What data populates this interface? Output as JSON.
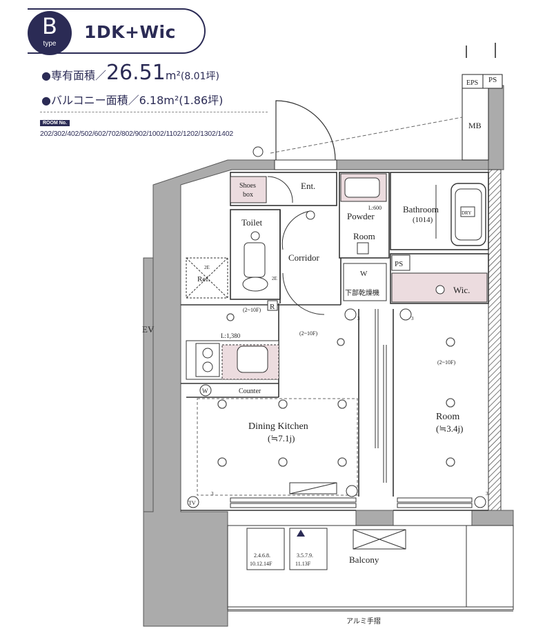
{
  "header": {
    "type_letter": "B",
    "type_word": "type",
    "plan_type": "1DK+Wic"
  },
  "areas": {
    "exclusive_label": "●専有面積／",
    "exclusive_value": "26.51",
    "exclusive_unit": "m²",
    "exclusive_tsubo": "(8.01坪)",
    "balcony_label": "●バルコニー面積／",
    "balcony_value": "6.18m²(1.86坪)"
  },
  "room_no": {
    "label": "ROOM No.",
    "list": "202/302/402/502/602/702/802/902/1002/1102/1202/1302/1402"
  },
  "plan": {
    "eps": "EPS",
    "ps_top": "PS",
    "mb": "MB",
    "ev": "EV",
    "shoes_box_1": "Shoes",
    "shoes_box_2": "box",
    "entrance": "Ent.",
    "toilet": "Toilet",
    "corridor": "Corridor",
    "powder_1": "Powder",
    "powder_2": "Room",
    "l600": "L:600",
    "bathroom": "Bathroom",
    "bathroom_size": "(1014)",
    "dry": "DRY",
    "ps_inner": "PS",
    "wic": "Wic.",
    "washer": "W",
    "dryer_label": "下部乾燥機",
    "ref": "Ref.",
    "r_mark": "R",
    "l1380": "L:1,380",
    "range_dk": "(2~10F)",
    "range_corr": "(2~10F)",
    "range_room": "(2~10F)",
    "counter": "Counter",
    "w_mark": "W",
    "dk_1": "Dining Kitchen",
    "dk_2": "(≒7.1j)",
    "room_1": "Room",
    "room_2": "(≒3.4j)",
    "tv": "TV",
    "balcony": "Balcony",
    "floors_a_1": "2.4.6.8.",
    "floors_a_2": "10.12.14F",
    "floors_b_1": "3.5.7.9.",
    "floors_b_2": "11.13F",
    "handrail": "アルミ手摺",
    "sub_3a": "3",
    "sub_3b": "3",
    "sub_3c": "3",
    "sub_3d": "3",
    "sub_2e_a": "2E",
    "sub_2e_b": "2E"
  }
}
